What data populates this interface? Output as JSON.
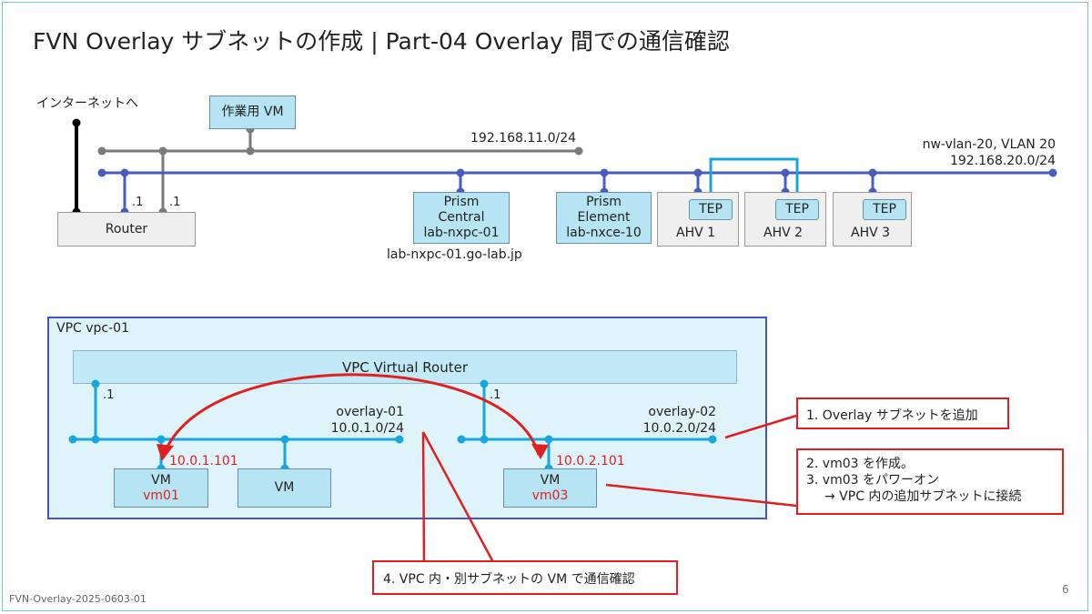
{
  "title": "FVN Overlay サブネットの作成 | Part-04 Overlay 間での通信確認",
  "footer": {
    "doc_id": "FVN-Overlay-2025-0603-01",
    "page_number": "6"
  },
  "physical": {
    "internet_label": "インターネットへ",
    "work_vm_label": "作業用 VM",
    "mgmt_subnet": "192.168.11.0/24",
    "vlan_name": "nw-vlan-20, VLAN 20",
    "vlan_subnet": "192.168.20.0/24",
    "router": {
      "label": "Router",
      "ip1": ".1",
      "ip2": ".1"
    },
    "prism_central": {
      "line1": "Prism",
      "line2": "Central",
      "line3": "lab-nxpc-01",
      "fqdn": "lab-nxpc-01.go-lab.jp"
    },
    "prism_element": {
      "line1": "Prism",
      "line2": "Element",
      "line3": "lab-nxce-10"
    },
    "hosts": [
      {
        "name": "AHV 1",
        "tep": "TEP"
      },
      {
        "name": "AHV 2",
        "tep": "TEP"
      },
      {
        "name": "AHV 3",
        "tep": "TEP"
      }
    ]
  },
  "vpc": {
    "label": "VPC vpc-01",
    "router_label": "VPC Virtual Router",
    "overlay1": {
      "name": "overlay-01",
      "subnet": "10.0.1.0/24",
      "gw": ".1"
    },
    "overlay2": {
      "name": "overlay-02",
      "subnet": "10.0.2.0/24",
      "gw": ".1"
    },
    "vms": [
      {
        "label": "VM",
        "name": "vm01",
        "ip": "10.0.1.101"
      },
      {
        "label": "VM"
      },
      {
        "label": "VM",
        "name": "vm03",
        "ip": "10.0.2.101"
      }
    ]
  },
  "callouts": {
    "step1": "1. Overlay サブネットを追加",
    "step2": "2. vm03 を作成。",
    "step3": "3. vm03 をパワーオン",
    "step3_sub": "→ VPC 内の追加サブネットに接続",
    "step4": "4. VPC 内・別サブネットの VM で通信確認"
  },
  "colors": {
    "vlan_line": "#4a5cc0",
    "mgmt_line": "#7a7a7a",
    "overlay_line": "#17a7dd",
    "callout_red": "#e02020",
    "box_fill": "#b6e4f3",
    "vpc_fill": "#dff3fb"
  }
}
